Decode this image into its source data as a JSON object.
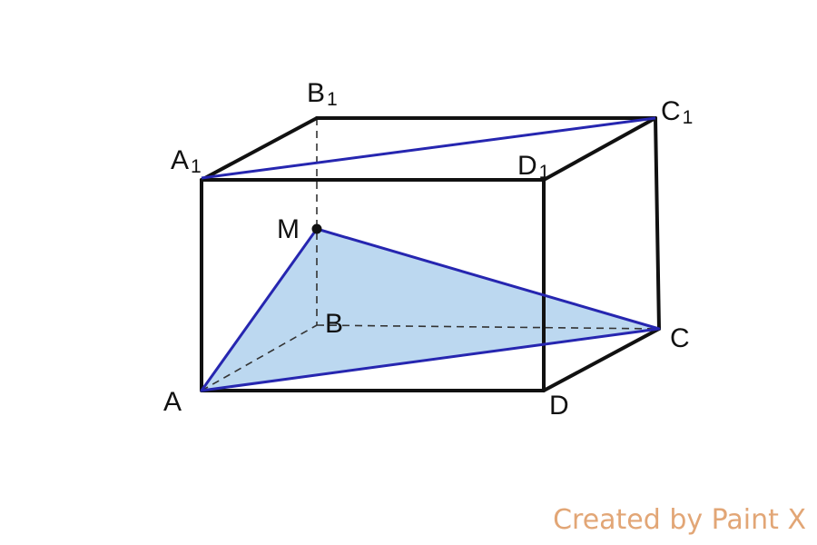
{
  "diagram": {
    "vertex_labels": {
      "A": "A",
      "B": "B",
      "C": "C",
      "D": "D",
      "A1": "A",
      "B1": "B",
      "C1": "C",
      "D1": "D",
      "M": "M"
    },
    "subscripts": {
      "A1": "1",
      "B1": "1",
      "C1": "1",
      "D1": "1"
    },
    "colors": {
      "edge": "#111111",
      "triangle_stroke": "#2626b0",
      "triangle_fill": "#bcd8f0",
      "hidden_edge": "#333333"
    }
  },
  "watermark": {
    "text": "Created by Paint X",
    "color": "#e2a676"
  }
}
